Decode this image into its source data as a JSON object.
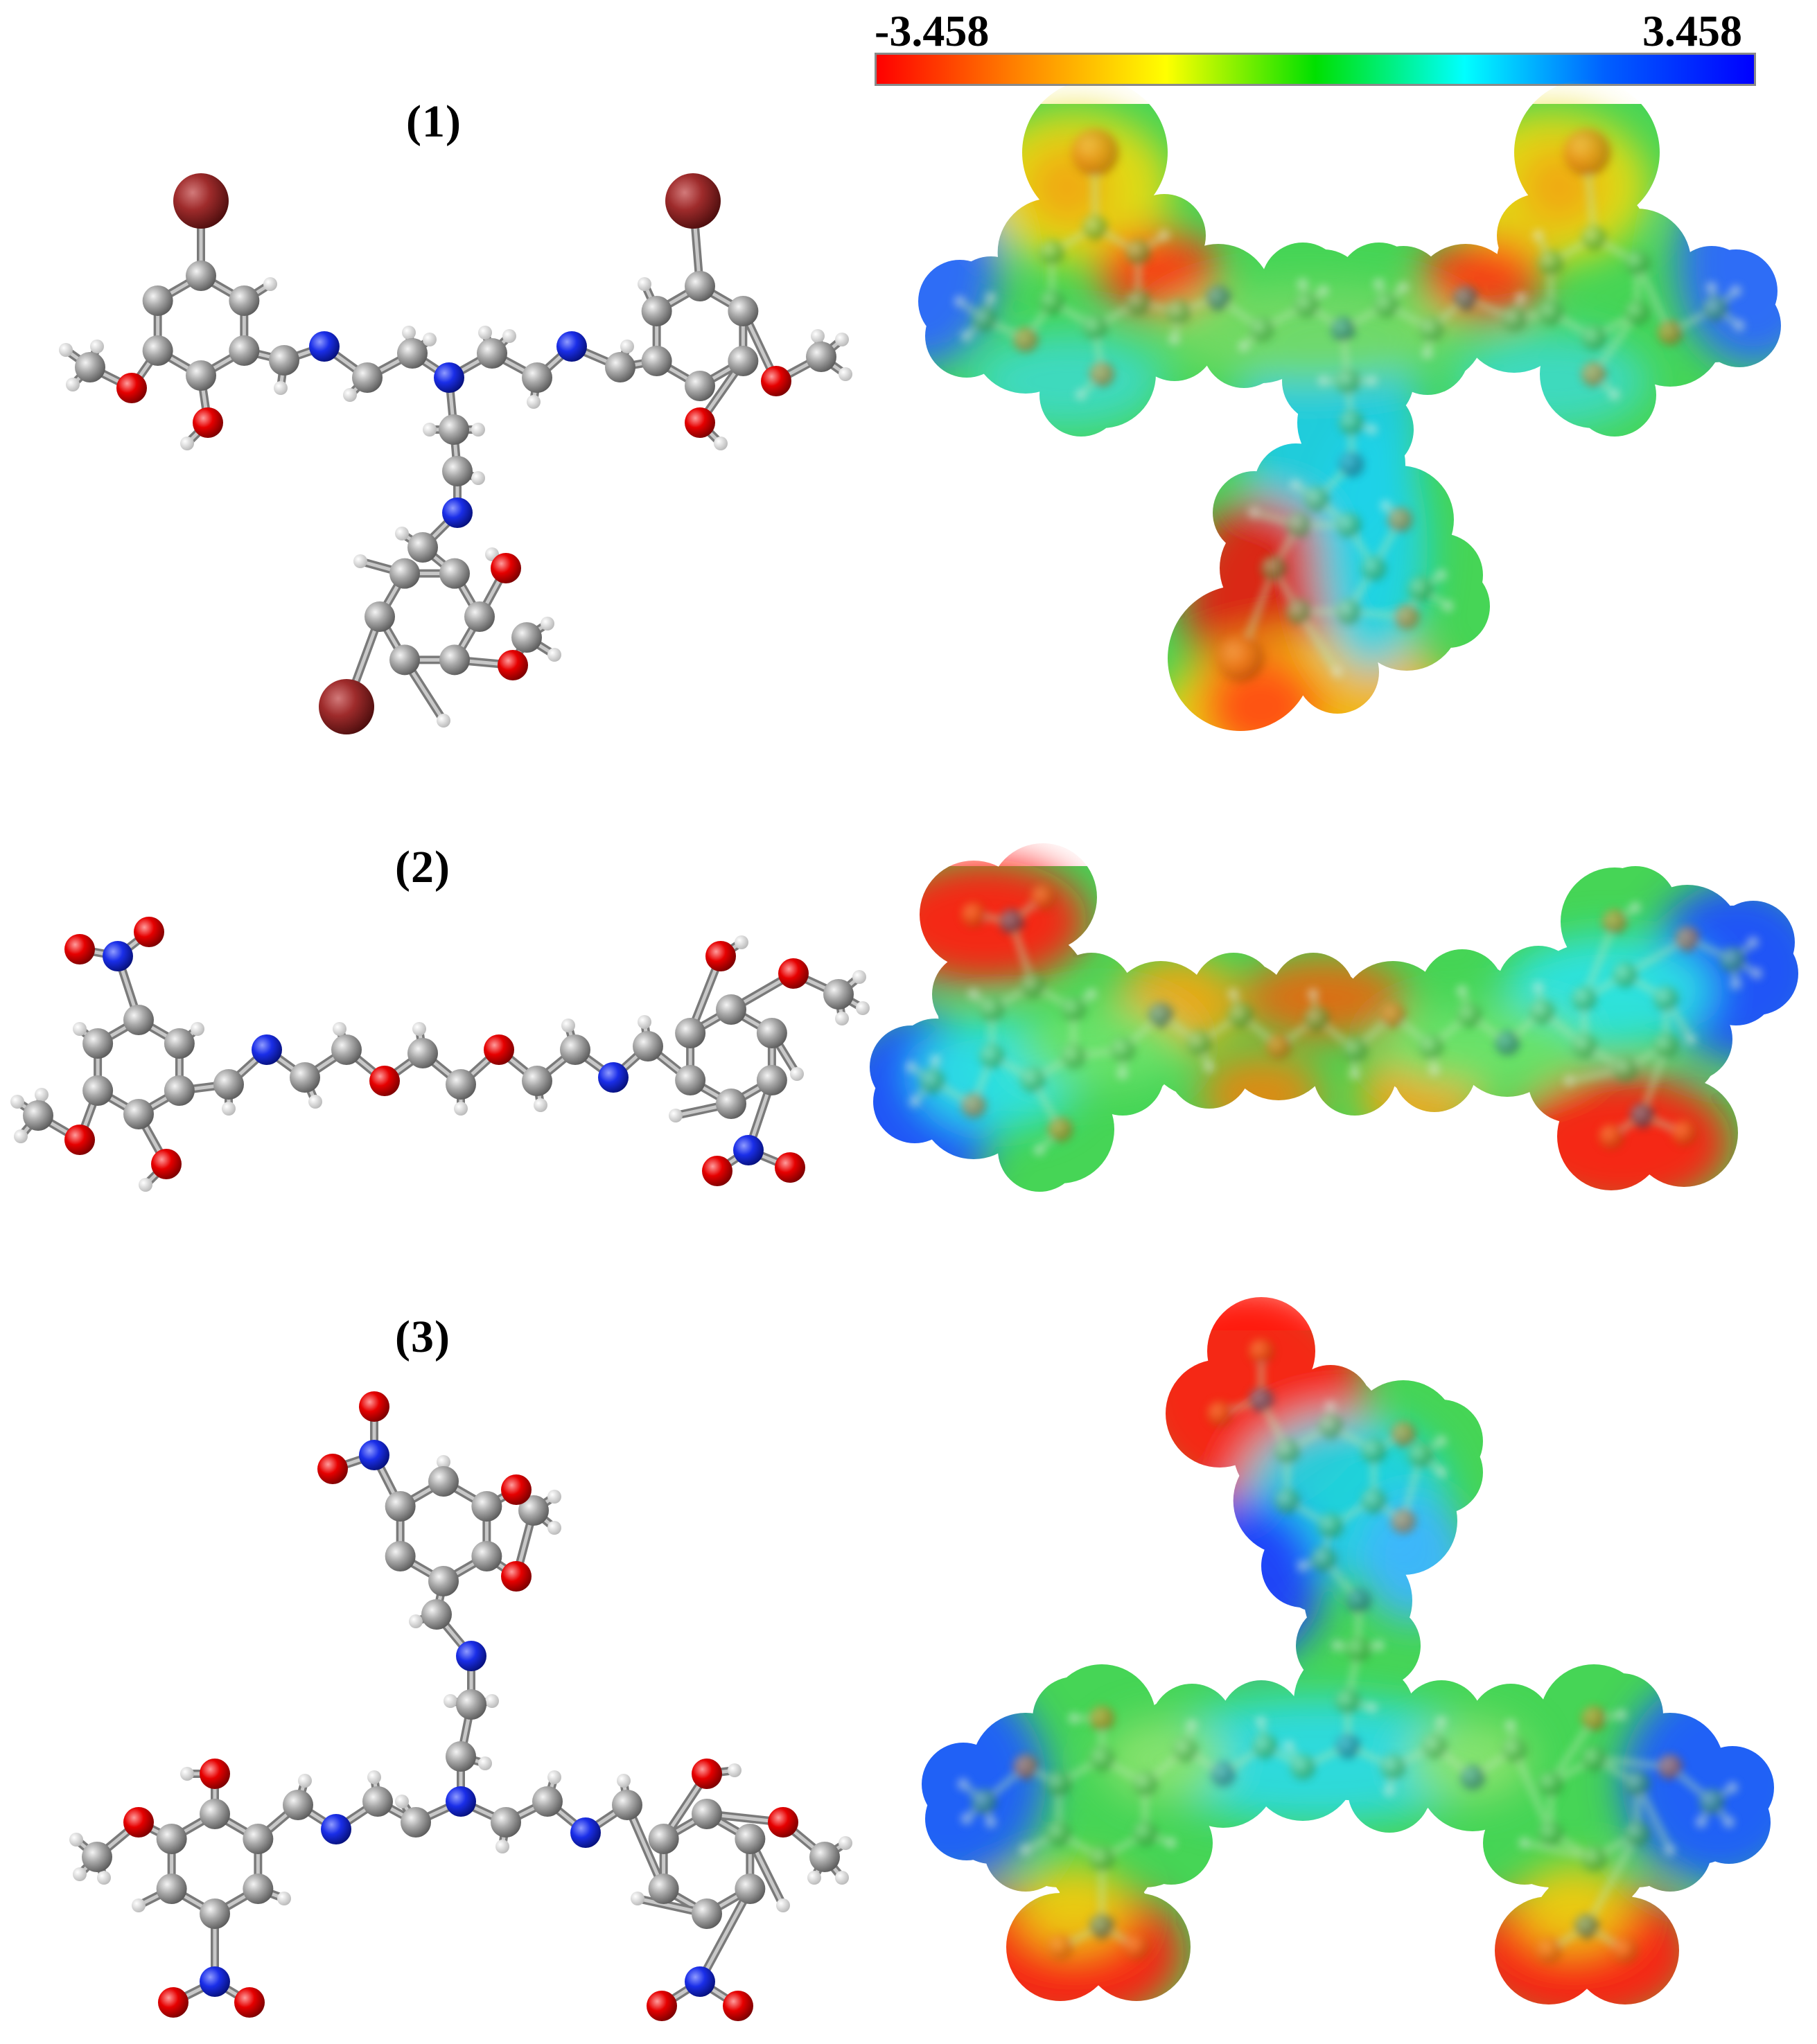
{
  "colorbar": {
    "min_label": "-3.458",
    "max_label": "3.458",
    "gradient_colors": [
      "#ff0000",
      "#ff8a00",
      "#ffff00",
      "#00e000",
      "#00ffff",
      "#0060ff",
      "#0000ff"
    ]
  },
  "panels": [
    {
      "label": "(1)"
    },
    {
      "label": "(2)"
    },
    {
      "label": "(3)"
    }
  ],
  "atom_colors": {
    "carbon": "#8e8e8e",
    "hydrogen": "#e6e6e6",
    "nitrogen": "#1020d8",
    "oxygen": "#e00000",
    "bromine": "#9a2a2a"
  },
  "legend_colors": {
    "negative": "#ff0000",
    "positive": "#0000ff"
  }
}
